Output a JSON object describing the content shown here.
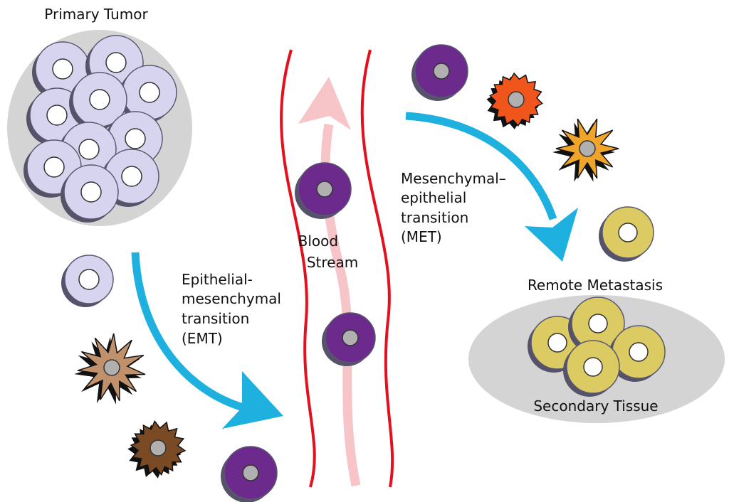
{
  "labels": {
    "primary_tumor": "Primary Tumor",
    "emt": [
      "Epithelial-",
      "mesenchymal",
      "transition",
      "(EMT)"
    ],
    "blood_stream": [
      "Blood",
      "Stream"
    ],
    "met": [
      "Mesenchymal–",
      "epithelial",
      "transition",
      "(MET)"
    ],
    "remote_metastasis": "Remote Metastasis",
    "secondary_tissue": "Secondary Tissue"
  },
  "colors": {
    "tissue_background": "#d4d4d4",
    "epithelial_cell": "#d6d4ee",
    "mesenchymal_cell_light": "#c0916a",
    "mesenchymal_cell_dark": "#7a4a24",
    "circulating_cell": "#6b2a8c",
    "nucleus_circulating": "#b0b0b0",
    "met_cell_orange_red": "#f0551c",
    "met_cell_orange": "#f0a42a",
    "metastatic_cell": "#dccb62",
    "vessel_wall": "#e3101e",
    "blood_flow_arrow": "#f7c4c8",
    "process_arrow": "#1eb0de"
  }
}
